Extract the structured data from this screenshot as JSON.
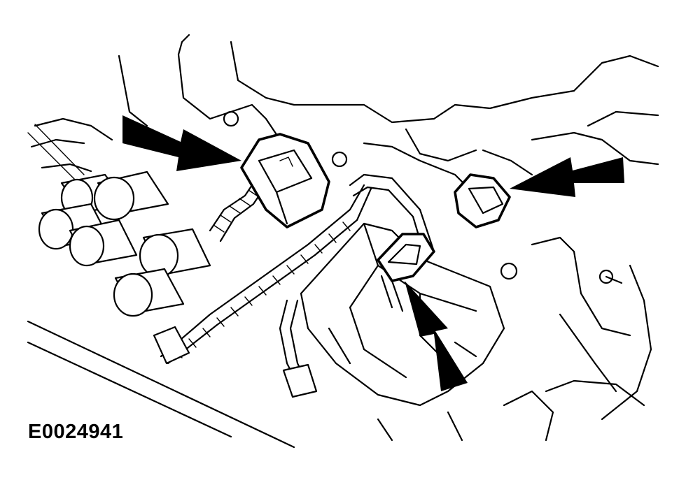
{
  "figure": {
    "code": "E0024941",
    "callout_arrows": [
      "left-connector",
      "right-connector",
      "center-connector"
    ]
  }
}
